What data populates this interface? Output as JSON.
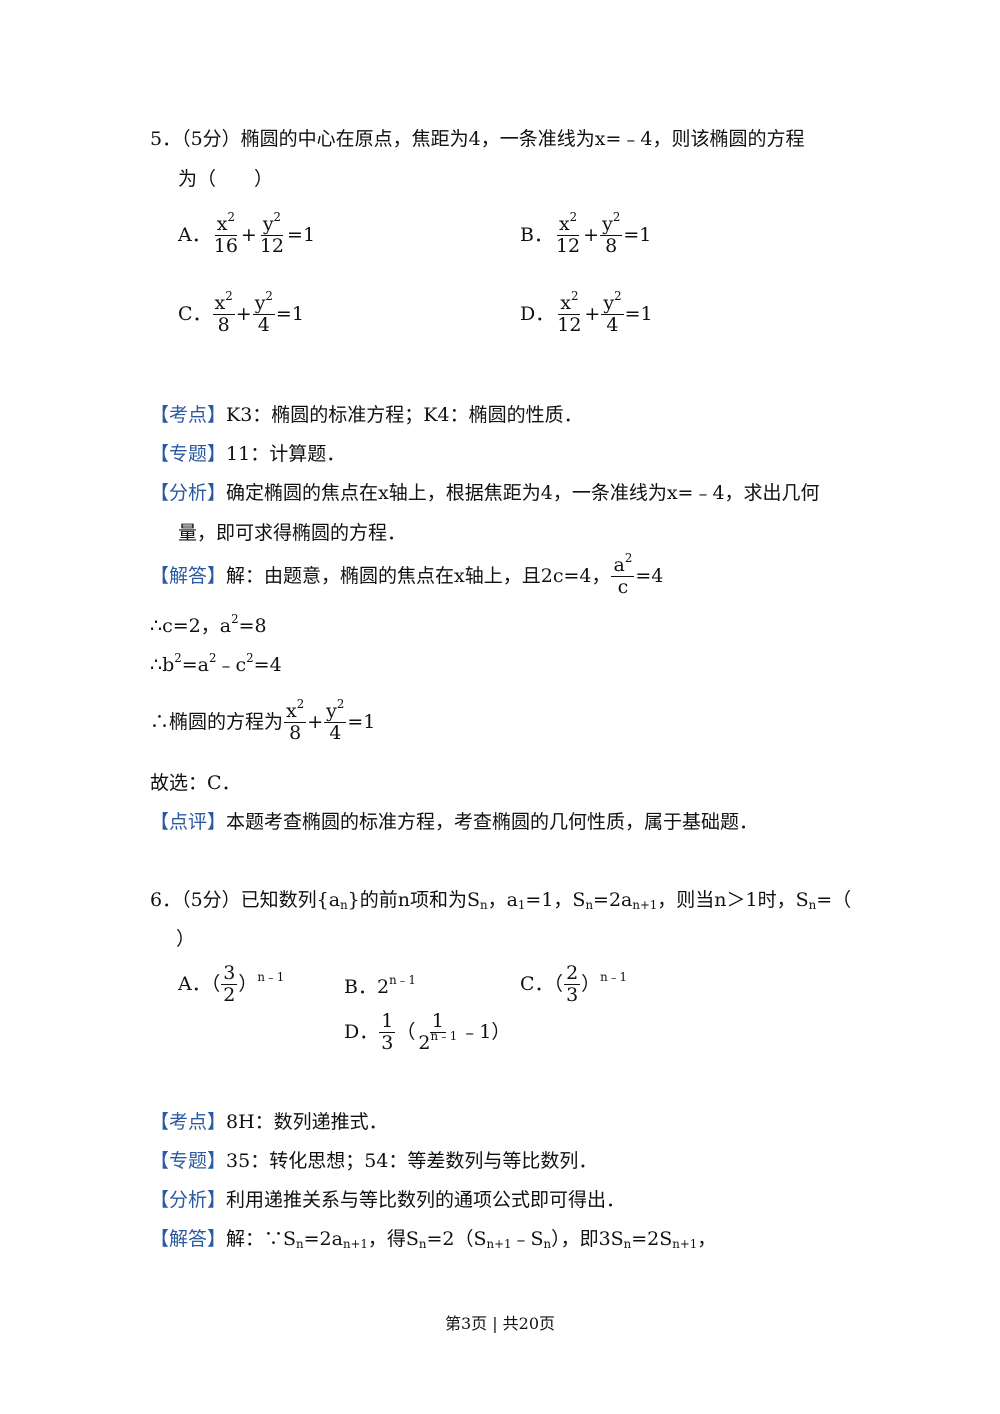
{
  "q5": {
    "line1": "5．（5分）椭圆的中心在原点，焦距为4，一条准线为x=﹣4，则该椭圆的方程",
    "line2": "为（　　）",
    "options": [
      {
        "label": "A．",
        "n1": "x",
        "d1": "16",
        "n2": "y",
        "d2": "12",
        "rhs": "=1"
      },
      {
        "label": "B．",
        "n1": "x",
        "d1": "12",
        "n2": "y",
        "d2": "8",
        "rhs": "=1"
      },
      {
        "label": "C．",
        "n1": "x",
        "d1": "8",
        "n2": "y",
        "d2": "4",
        "rhs": "=1"
      },
      {
        "label": "D．",
        "n1": "x",
        "d1": "12",
        "n2": "y",
        "d2": "4",
        "rhs": "=1"
      }
    ],
    "sq": "2",
    "plus": "+",
    "kaodian_tag": "【考点】",
    "kaodian": "K3：椭圆的标准方程；K4：椭圆的性质．",
    "zhuanti_tag": "【专题】",
    "zhuanti": "11：计算题．",
    "fenxi_tag": "【分析】",
    "fenxi1": "确定椭圆的焦点在x轴上，根据焦距为4，一条准线为x=﹣4，求出几何",
    "fenxi2": "量，即可求得椭圆的方程．",
    "jieda_tag": "【解答】",
    "jieda1": "解：由题意，椭圆的焦点在x轴上，且2c=4，",
    "jieda1_num": "a",
    "jieda1_den": "c",
    "jieda1_rhs": "=4",
    "step1": "∴c=2，a",
    "step1b": "=8",
    "step2a": "∴b",
    "step2b": "=a",
    "step2c": "﹣c",
    "step2d": "=4",
    "step3": "∴椭圆的方程为",
    "step3_d1": "8",
    "step3_d2": "4",
    "choose": "故选：C．",
    "dianping_tag": "【点评】",
    "dianping": "本题考查椭圆的标准方程，考查椭圆的几何性质，属于基础题．"
  },
  "q6": {
    "line1a": "6．（5分）已知数列{a",
    "line1b": "}的前n项和为S",
    "line1c": "，a",
    "line1d": "=1，S",
    "line1e": "=2a",
    "line1f": "，则当n＞1时，S",
    "line1g": "=（",
    "line2": "）",
    "sub_n": "n",
    "sub_1": "1",
    "sub_n1": "n+1",
    "sup_n_1": "n﹣1",
    "optA_label": "A．",
    "optA_num": "3",
    "optA_den": "2",
    "optB_label": "B．",
    "optB_base": "2",
    "optC_label": "C．",
    "optC_num": "2",
    "optC_den": "3",
    "optD_label": "D．",
    "optD_num": "1",
    "optD_den": "3",
    "optD_inner_num": "1",
    "optD_inner_den": "2",
    "optD_tail": "﹣1）",
    "lparen": "（",
    "rparen": "）",
    "kaodian_tag": "【考点】",
    "kaodian": "8H：数列递推式．",
    "zhuanti_tag": "【专题】",
    "zhuanti": "35：转化思想；54：等差数列与等比数列．",
    "fenxi_tag": "【分析】",
    "fenxi": "利用递推关系与等比数列的通项公式即可得出．",
    "jieda_tag": "【解答】",
    "jieda_a": "解：∵S",
    "jieda_b": "=2a",
    "jieda_c": "，得S",
    "jieda_d": "=2（S",
    "jieda_e": "﹣S",
    "jieda_f": "），即3S",
    "jieda_g": "=2S",
    "jieda_h": "，"
  },
  "footer": "第3页 | 共20页"
}
